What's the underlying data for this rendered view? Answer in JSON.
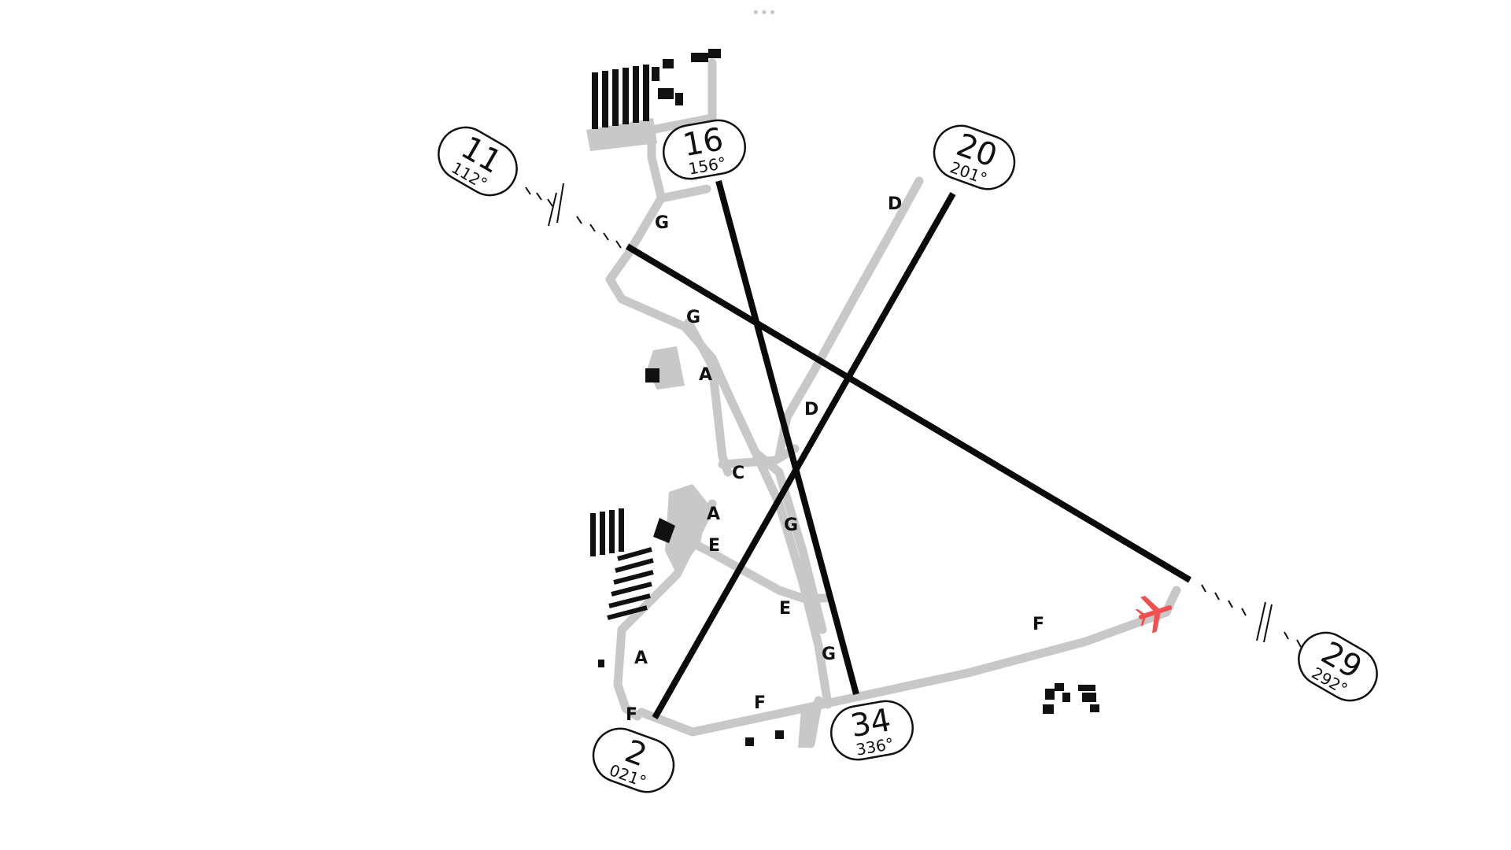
{
  "airport_diagram": {
    "runway_labels": [
      {
        "id": "rwy-11",
        "number": "11",
        "heading": "112°"
      },
      {
        "id": "rwy-29",
        "number": "29",
        "heading": "292°"
      },
      {
        "id": "rwy-16",
        "number": "16",
        "heading": "156°"
      },
      {
        "id": "rwy-34",
        "number": "34",
        "heading": "336°"
      },
      {
        "id": "rwy-20",
        "number": "20",
        "heading": "201°"
      },
      {
        "id": "rwy-2",
        "number": "2",
        "heading": "021°"
      }
    ],
    "taxiway_labels": [
      "G",
      "G",
      "A",
      "D",
      "C",
      "A",
      "E",
      "G",
      "E",
      "A",
      "F",
      "F",
      "G",
      "F",
      "D"
    ],
    "aircraft_icon": "airplane-icon",
    "aircraft_color": "#f05050",
    "window_dots": "•••",
    "colors": {
      "runway": "#0a0a0a",
      "taxiway": "#c8c8c8",
      "building": "#111111",
      "apron": "#c8c8c8"
    }
  }
}
